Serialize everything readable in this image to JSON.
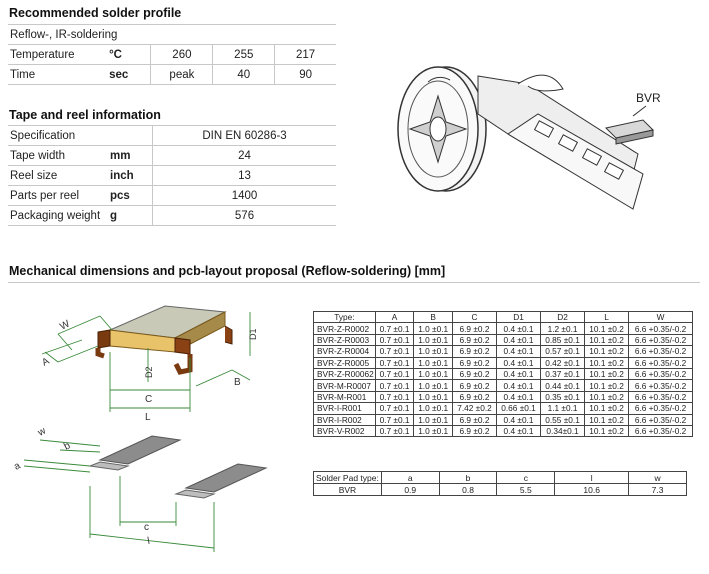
{
  "solder": {
    "title": "Recommended solder profile",
    "subtitle": "Reflow-, IR-soldering",
    "rows": [
      {
        "label": "Temperature",
        "unit": "°C",
        "v1": "260",
        "v2": "255",
        "v3": "217"
      },
      {
        "label": "Time",
        "unit": "sec",
        "v1": "peak",
        "v2": "40",
        "v3": "90"
      }
    ]
  },
  "tape": {
    "title": "Tape and reel information",
    "rows": [
      {
        "label": "Specification",
        "unit": "",
        "value": "DIN EN 60286-3"
      },
      {
        "label": "Tape width",
        "unit": "mm",
        "value": "24"
      },
      {
        "label": "Reel size",
        "unit": "inch",
        "value": "13"
      },
      {
        "label": "Parts per reel",
        "unit": "pcs",
        "value": "1400"
      },
      {
        "label": "Packaging weight",
        "unit": "g",
        "value": "576"
      }
    ]
  },
  "reel_label": "BVR",
  "mech": {
    "title": "Mechanical dimensions and pcb-layout proposal (Reflow-soldering) [mm]",
    "part_labels": {
      "w": "W",
      "a": "A",
      "d2": "D2",
      "d1": "D1",
      "b": "B",
      "c": "C",
      "l": "L"
    },
    "pad_labels": {
      "w": "w",
      "b": "b",
      "a": "a",
      "c": "c",
      "l": "l"
    }
  },
  "dims": {
    "headers": [
      "Type:",
      "A",
      "B",
      "C",
      "D1",
      "D2",
      "L",
      "W"
    ],
    "rows": [
      [
        "BVR-Z-R0002",
        "0.7 ±0.1",
        "1.0 ±0.1",
        "6.9 ±0.2",
        "0.4 ±0.1",
        "1.2 ±0.1",
        "10.1 ±0.2",
        "6.6 +0.35/-0.2"
      ],
      [
        "BVR-Z-R0003",
        "0.7 ±0.1",
        "1.0 ±0.1",
        "6.9 ±0.2",
        "0.4 ±0.1",
        "0.85 ±0.1",
        "10.1 ±0.2",
        "6.6 +0.35/-0.2"
      ],
      [
        "BVR-Z-R0004",
        "0.7 ±0.1",
        "1.0 ±0.1",
        "6.9 ±0.2",
        "0.4 ±0.1",
        "0.57 ±0.1",
        "10.1 ±0.2",
        "6.6 +0.35/-0.2"
      ],
      [
        "BVR-Z-R0005",
        "0.7 ±0.1",
        "1.0 ±0.1",
        "6.9 ±0.2",
        "0.4 ±0.1",
        "0.42 ±0.1",
        "10.1 ±0.2",
        "6.6 +0.35/-0.2"
      ],
      [
        "BVR-Z-R00062",
        "0.7 ±0.1",
        "1.0 ±0.1",
        "6.9 ±0.2",
        "0.4 ±0.1",
        "0.37 ±0.1",
        "10.1 ±0.2",
        "6.6 +0.35/-0.2"
      ],
      [
        "BVR-M-R0007",
        "0.7 ±0.1",
        "1.0 ±0.1",
        "6.9 ±0.2",
        "0.4 ±0.1",
        "0.44 ±0.1",
        "10.1 ±0.2",
        "6.6 +0.35/-0.2"
      ],
      [
        "BVR-M-R001",
        "0.7 ±0.1",
        "1.0 ±0.1",
        "6.9 ±0.2",
        "0.4 ±0.1",
        "0.35 ±0.1",
        "10.1 ±0.2",
        "6.6 +0.35/-0.2"
      ],
      [
        "BVR-I-R001",
        "0.7 ±0.1",
        "1.0 ±0.1",
        "7.42 ±0.2",
        "0.66 ±0.1",
        "1.1 ±0.1",
        "10.1 ±0.2",
        "6.6 +0.35/-0.2"
      ],
      [
        "BVR-I-R002",
        "0.7 ±0.1",
        "1.0 ±0.1",
        "6.9 ±0.2",
        "0.4 ±0.1",
        "0.55 ±0.1",
        "10.1 ±0.2",
        "6.6 +0.35/-0.2"
      ],
      [
        "BVR-V-R002",
        "0.7 ±0.1",
        "1.0 ±0.1",
        "6.9 ±0.2",
        "0.4 ±0.1",
        "0.34±0.1",
        "10.1 ±0.2",
        "6.6 +0.35/-0.2"
      ]
    ]
  },
  "pads": {
    "headers": [
      "Solder Pad type:",
      "a",
      "b",
      "c",
      "l",
      "w"
    ],
    "row": [
      "BVR",
      "0.9",
      "0.8",
      "5.5",
      "10.6",
      "7.3"
    ]
  }
}
